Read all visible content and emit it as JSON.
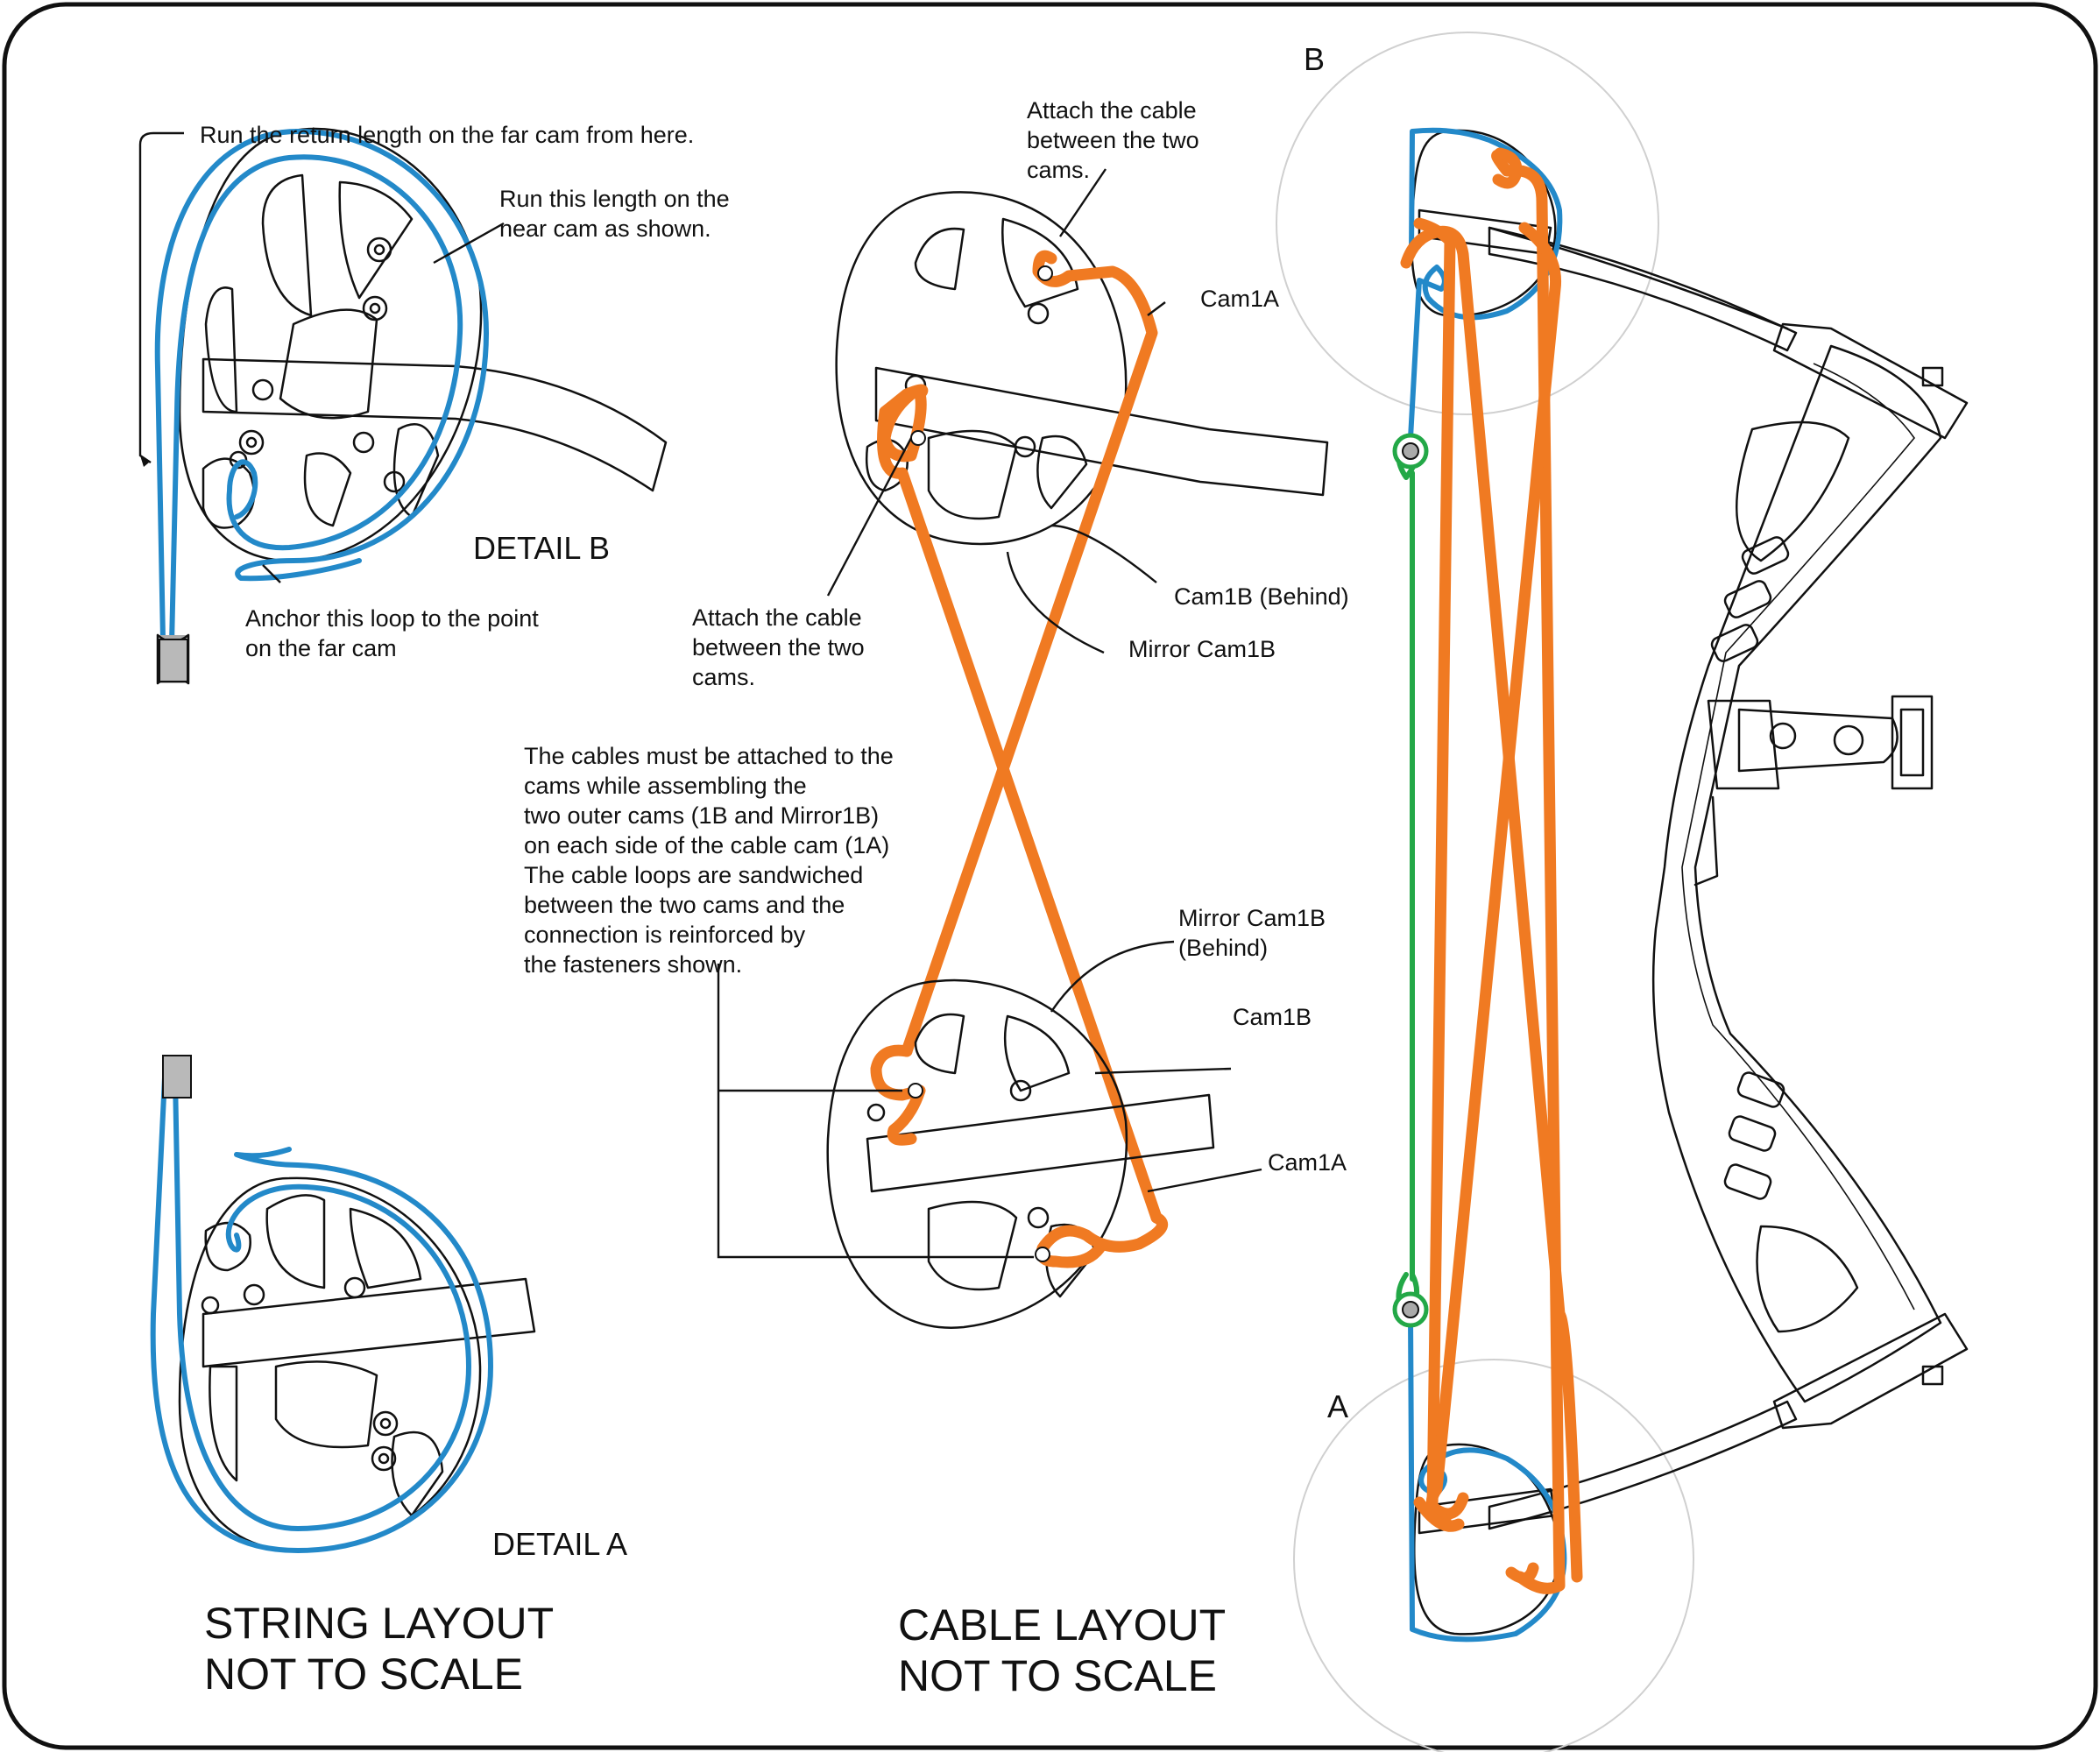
{
  "colors": {
    "string": "#2389c9",
    "cable": "#f07a22",
    "green": "#23a847",
    "ink": "#111111"
  },
  "string_layout": {
    "detail_b": {
      "label": "DETAIL B",
      "note_return": "Run the return length on the far cam from here.",
      "note_near": [
        "Run this length on the",
        "near cam as shown."
      ],
      "note_anchor": [
        "Anchor this loop to the point",
        "on the far cam"
      ]
    },
    "detail_a": {
      "label": "DETAIL A"
    },
    "title": [
      "STRING LAYOUT",
      "NOT TO SCALE"
    ]
  },
  "cable_layout": {
    "attach_top": [
      "Attach the cable",
      "between the two",
      "cams."
    ],
    "attach_mid": [
      "Attach the cable",
      "between the two",
      "cams."
    ],
    "cam1a_top": "Cam1A",
    "cam1b_behind": "Cam1B (Behind)",
    "mirror_cam1b_top": "Mirror Cam1B",
    "assembly_note": [
      "The cables must be attached to the",
      "cams while assembling the",
      "two outer cams (1B and Mirror1B)",
      "on each side of the cable cam (1A)",
      "The cable loops are sandwiched",
      "between the two cams and the",
      "connection is reinforced by",
      "the fasteners shown."
    ],
    "mirror_cam1b_behind": [
      "Mirror Cam1B",
      "(Behind)"
    ],
    "cam1b_bottom": "Cam1B",
    "cam1a_bottom": "Cam1A",
    "title": [
      "CABLE LAYOUT",
      "NOT TO SCALE"
    ]
  },
  "bow": {
    "label_b": "B",
    "label_a": "A"
  }
}
